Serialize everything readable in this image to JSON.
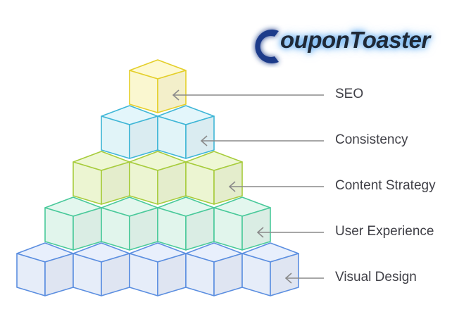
{
  "brand": {
    "logo_text": "ouponToaster",
    "logo_colors": {
      "text": "#1f2937",
      "glow": "#3b9af0",
      "mark": "#1e3a8a"
    }
  },
  "pyramid": {
    "levels": [
      {
        "label": "SEO",
        "cubes": 1,
        "fill": "#fdf9d2",
        "stroke": "#e4cf2a"
      },
      {
        "label": "Consistency",
        "cubes": 2,
        "fill": "#e3f6fb",
        "stroke": "#3fb6d6"
      },
      {
        "label": "Content Strategy",
        "cubes": 3,
        "fill": "#eef7d4",
        "stroke": "#a7cc3c"
      },
      {
        "label": "User Experience",
        "cubes": 4,
        "fill": "#e3f7ee",
        "stroke": "#49c99a"
      },
      {
        "label": "Visual Design",
        "cubes": 5,
        "fill": "#e8effc",
        "stroke": "#5b8ee0"
      }
    ],
    "arrow_color": "#8a8a8a",
    "label_color": "#3f3f46"
  }
}
